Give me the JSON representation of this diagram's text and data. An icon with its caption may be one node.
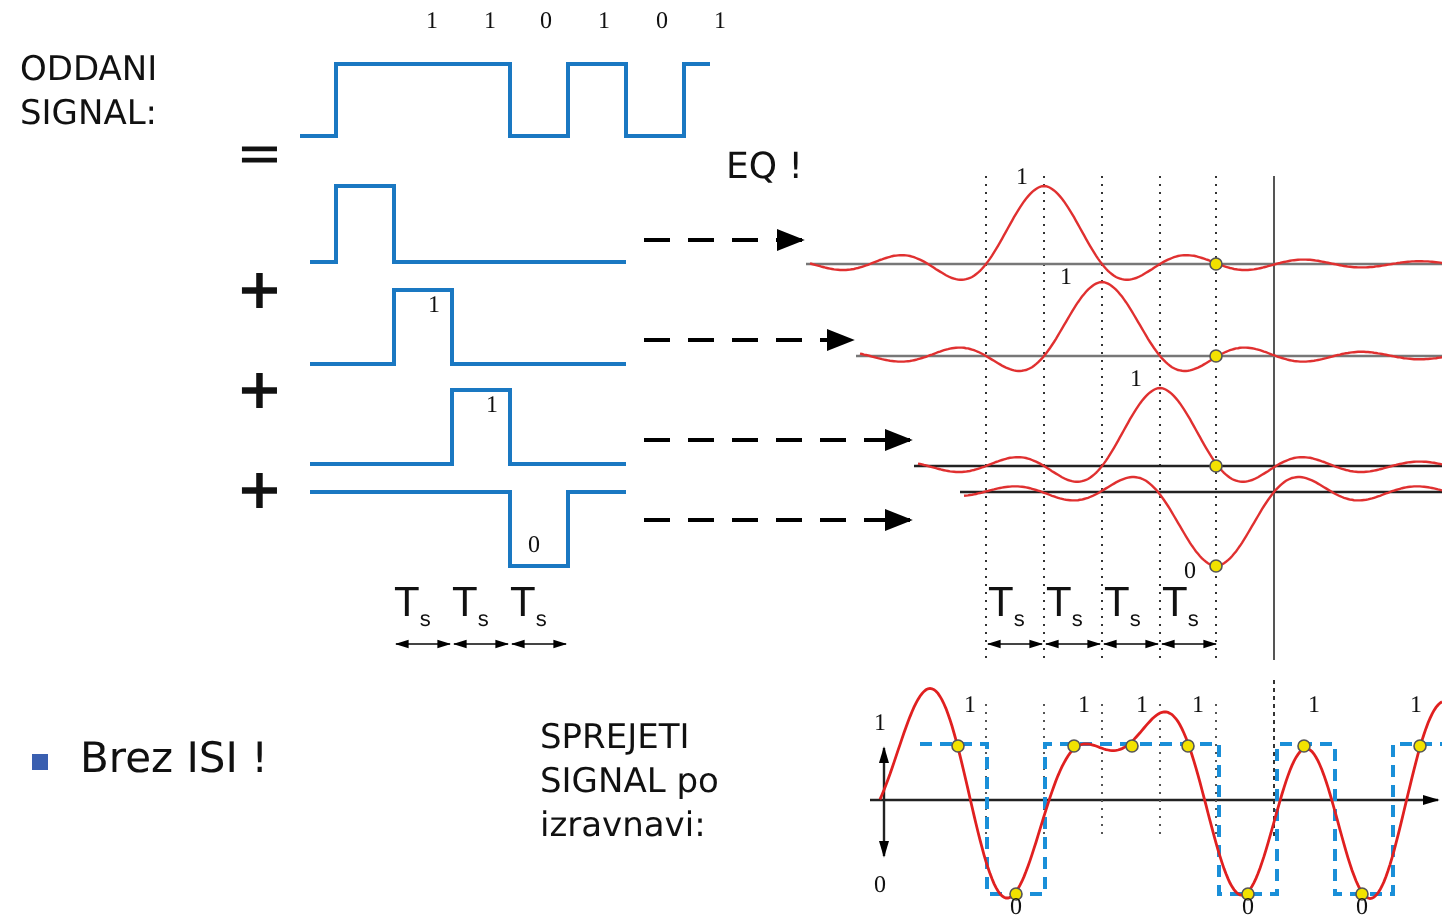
{
  "diagram": {
    "nodes": [
      {
        "text": [],
        "shape": "picture"
      },
      {
        "text": [
          "1"
        ]
      },
      {
        "text": [
          "1"
        ]
      },
      {
        "text": [
          "0"
        ]
      },
      {
        "text": [
          "1"
        ]
      },
      {
        "text": [
          "1"
        ]
      },
      {
        "text": [
          "1"
        ]
      },
      {
        "text": [
          "0"
        ]
      }
    ],
    "edges": [
      {
        "from": 0,
        "to": 4,
        "arrow": "to",
        "style": "dashed"
      },
      {
        "from": 1,
        "to": 5,
        "arrow": "to",
        "style": "dashed"
      },
      {
        "from": 2,
        "to": 6,
        "arrow": "to",
        "style": "dashed"
      },
      {
        "from": 3,
        "to": 7,
        "arrow": "to",
        "style": "dashed"
      }
    ],
    "labels": [
      "1",
      "1",
      "0",
      "1",
      "0",
      "1",
      "ODDANI SIGNAL:",
      "=",
      "EQ !",
      "+",
      "+",
      "+",
      "T$_{s}$",
      "T$_{s}$",
      "T$_{s}$",
      "T$_{s}$",
      "T$_{s}$",
      "T$_{s}$",
      "T$_{s}$",
      "Brez ISI !",
      "SPREJETI SIGNAL po izravnavi:",
      "1",
      "1",
      "1",
      "1",
      "1",
      "1",
      "1",
      "0",
      "0",
      "0",
      "0"
    ]
  }
}
